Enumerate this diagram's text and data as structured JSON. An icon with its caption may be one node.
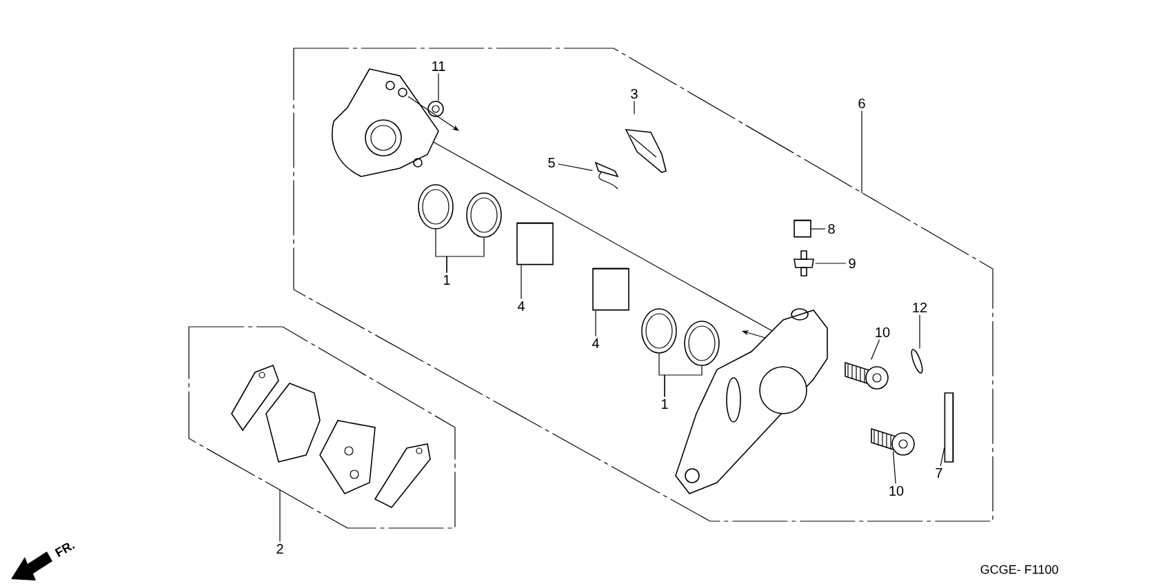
{
  "diagram": {
    "nodes": [
      {
        "text": [
          "11"
        ]
      },
      {
        "text": [],
        "shape": "picture"
      },
      {
        "text": [
          "3"
        ]
      },
      {
        "text": [],
        "shape": "picture"
      },
      {
        "text": [
          "5"
        ]
      },
      {
        "text": [],
        "shape": "picture"
      },
      {
        "text": [
          "6"
        ]
      },
      {
        "text": [
          "8"
        ]
      },
      {
        "text": [],
        "shape": "cylinder"
      },
      {
        "text": [
          "9"
        ]
      },
      {
        "text": [],
        "shape": "picture"
      },
      {
        "text": [
          "1"
        ]
      },
      {
        "text": [],
        "shape": "picture"
      },
      {
        "text": [],
        "shape": "picture"
      },
      {
        "text": [
          "4"
        ]
      },
      {
        "text": [],
        "shape": "cylinder"
      },
      {
        "text": [
          "4"
        ]
      },
      {
        "text": [],
        "shape": "cylinder"
      },
      {
        "text": [
          "1"
        ]
      },
      {
        "text": [],
        "shape": "picture"
      },
      {
        "text": [],
        "shape": "picture"
      },
      {
        "text": [
          "10"
        ]
      },
      {
        "text": [],
        "shape": "picture"
      },
      {
        "text": [
          "12"
        ]
      },
      {
        "text": [],
        "shape": "picture"
      },
      {
        "text": [
          "10"
        ]
      },
      {
        "text": [],
        "shape": "picture"
      },
      {
        "text": [
          "7"
        ]
      },
      {
        "text": [],
        "shape": "cylinder"
      },
      {
        "text": [
          "2"
        ]
      }
    ],
    "edges": [
      {
        "from": 0,
        "to": 1,
        "arrow": "none"
      },
      {
        "from": 2,
        "to": 3,
        "arrow": "none"
      },
      {
        "from": 4,
        "to": 5,
        "arrow": "none"
      },
      {
        "from": 6,
        "to": null,
        "arrow": "none"
      },
      {
        "from": 7,
        "to": 8,
        "arrow": "none"
      },
      {
        "from": 9,
        "to": 10,
        "arrow": "none"
      },
      {
        "from": 11,
        "to": 12,
        "arrow": "none"
      },
      {
        "from": 11,
        "to": 13,
        "arrow": "none"
      },
      {
        "from": 14,
        "to": 15,
        "arrow": "none"
      },
      {
        "from": 16,
        "to": 17,
        "arrow": "none"
      },
      {
        "from": 18,
        "to": 19,
        "arrow": "none"
      },
      {
        "from": 18,
        "to": 20,
        "arrow": "none"
      },
      {
        "from": 21,
        "to": 22,
        "arrow": "none"
      },
      {
        "from": 23,
        "to": 24,
        "arrow": "none"
      },
      {
        "from": 25,
        "to": 26,
        "arrow": "none"
      },
      {
        "from": 27,
        "to": 28,
        "arrow": "none"
      },
      {
        "from": 29,
        "to": null,
        "arrow": "none"
      }
    ],
    "labels": [
      "FR.",
      "GCGE- F1100"
    ]
  }
}
